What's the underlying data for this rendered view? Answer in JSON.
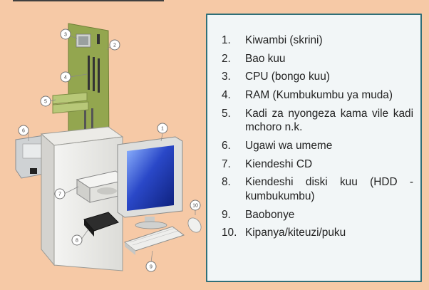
{
  "legend": {
    "items": [
      {
        "num": "1.",
        "text": "Kiwambi (skrini)"
      },
      {
        "num": "2.",
        "text": "Bao kuu"
      },
      {
        "num": "3.",
        "text": "CPU (bongo kuu)"
      },
      {
        "num": "4.",
        "text": "RAM (Kumbukumbu ya muda)"
      },
      {
        "num": "5.",
        "text": "Kadi za nyongeza kama vile kadi mchoro n.k."
      },
      {
        "num": "6.",
        "text": "Ugawi wa umeme"
      },
      {
        "num": "7.",
        "text": "Kiendeshi CD"
      },
      {
        "num": "8.",
        "text": "Kiendeshi diski kuu (HDD - kumbukumbu)"
      },
      {
        "num": "9.",
        "text": "Baobonye"
      },
      {
        "num": "10.",
        "text": "Kipanya/kiteuzi/puku"
      }
    ]
  },
  "callouts": [
    "1",
    "2",
    "3",
    "4",
    "5",
    "6",
    "7",
    "8",
    "9",
    "10"
  ],
  "colors": {
    "background": "#f6c9a6",
    "panel_border": "#2f6f78",
    "panel_fill": "#f2f6f7",
    "motherboard": "#93a64f",
    "screen": "#2a48c8"
  }
}
